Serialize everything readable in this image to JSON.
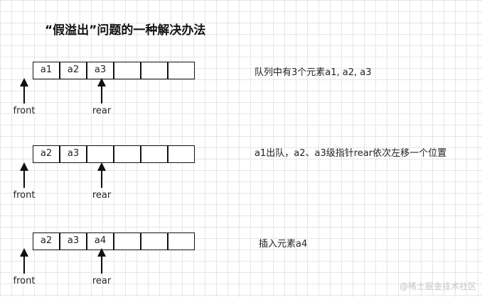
{
  "title": "“假溢出”问题的一种解决办法",
  "rows": [
    {
      "cells": [
        "a1",
        "a2",
        "a3",
        "",
        "",
        ""
      ],
      "front_label": "front",
      "rear_label": "rear",
      "note": "队列中有3个元素a1, a2, a3"
    },
    {
      "cells": [
        "a2",
        "a3",
        "",
        "",
        "",
        ""
      ],
      "front_label": "front",
      "rear_label": "rear",
      "note": "a1出队，a2、a3级指针rear依次左移一个位置"
    },
    {
      "cells": [
        "a2",
        "a3",
        "a4",
        "",
        "",
        ""
      ],
      "front_label": "front",
      "rear_label": "rear",
      "note": "插入元素a4"
    }
  ],
  "watermark": "@稀土掘金技术社区"
}
